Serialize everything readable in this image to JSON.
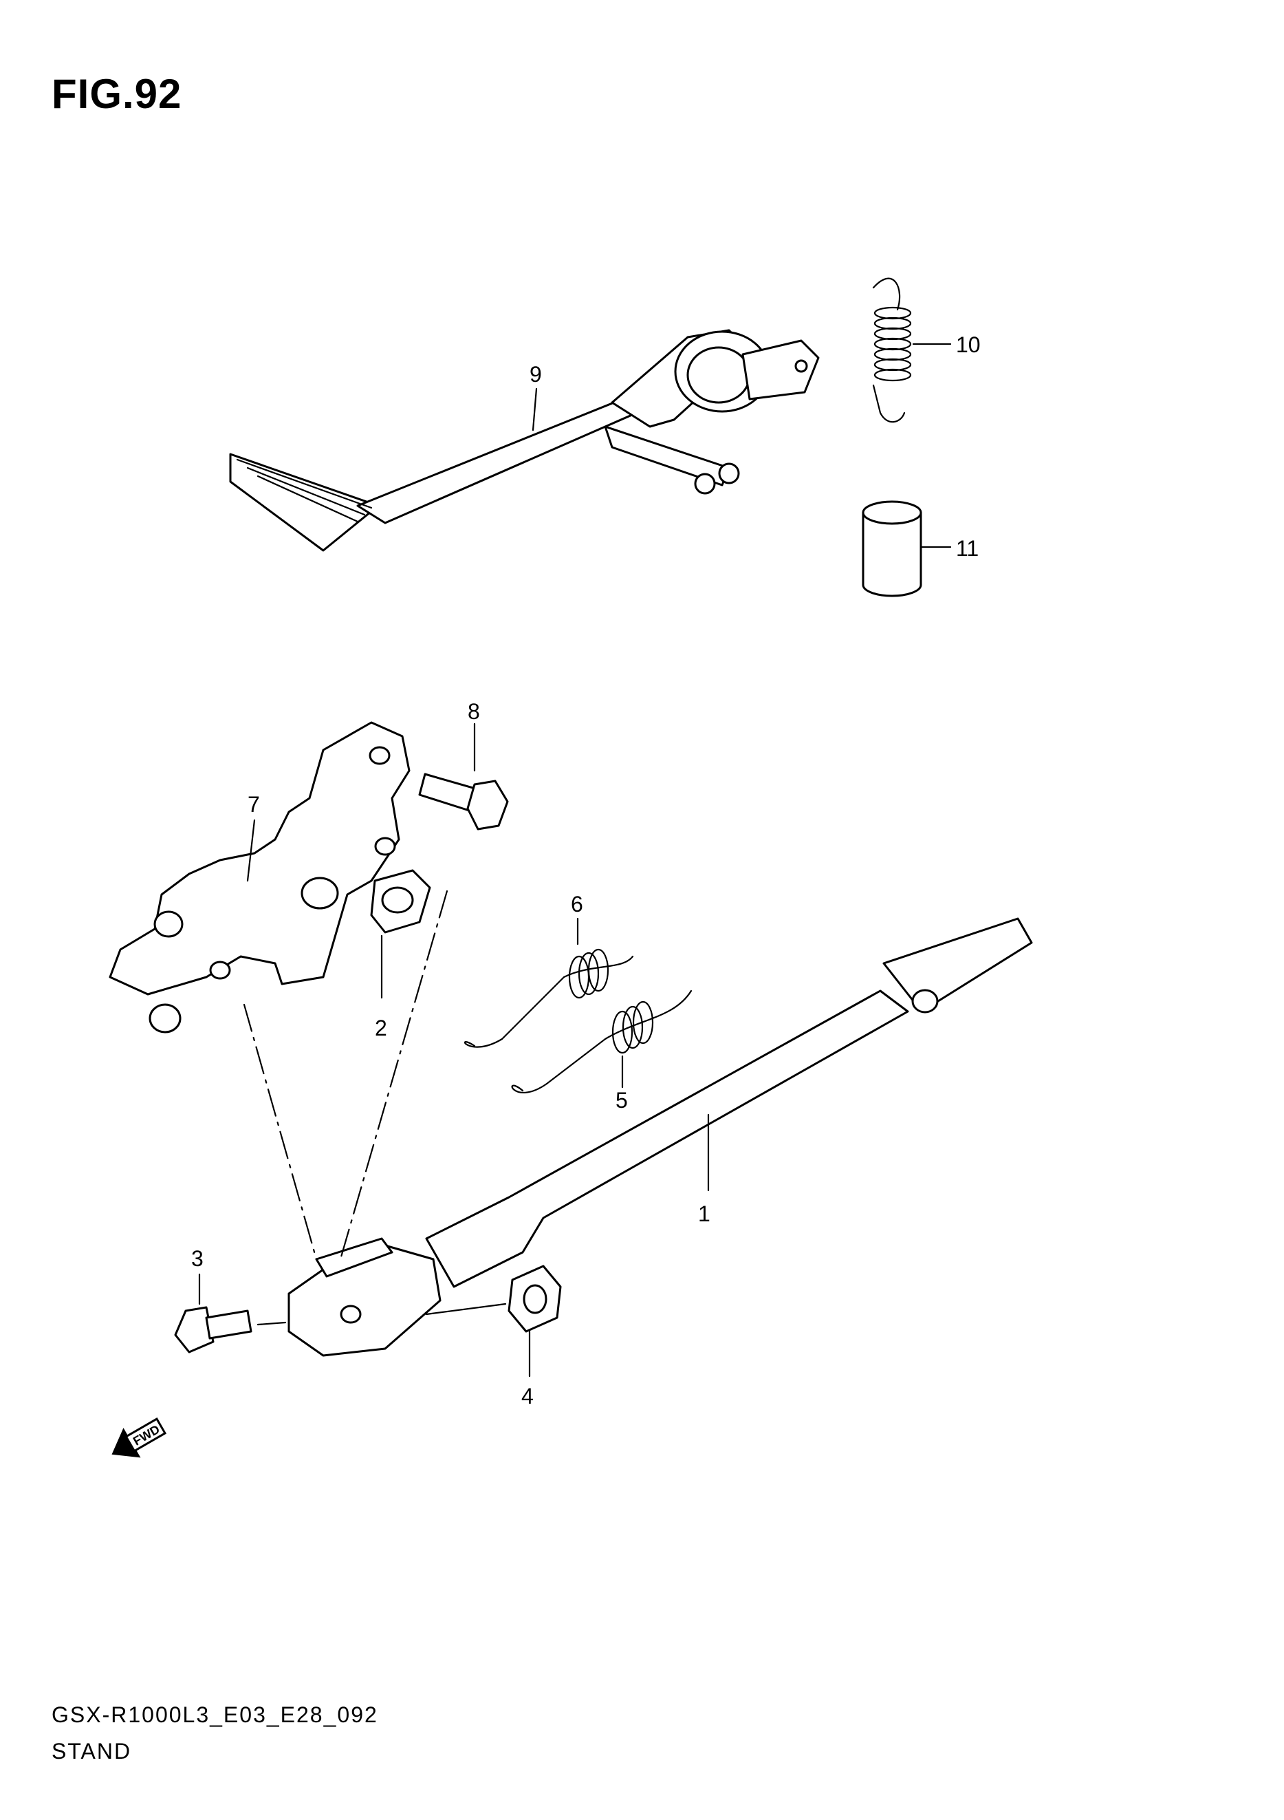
{
  "figure": {
    "title": "FIG.92"
  },
  "footer": {
    "code": "GSX-R1000L3_E03_E28_092",
    "name": "STAND"
  },
  "callouts": {
    "c1": "1",
    "c2": "2",
    "c3": "3",
    "c4": "4",
    "c5": "5",
    "c6": "6",
    "c7": "7",
    "c8": "8",
    "c9": "9",
    "c10": "10",
    "c11": "11"
  },
  "fwd_label": "FWD",
  "icons": {
    "direction": "fwd-arrow-icon"
  }
}
